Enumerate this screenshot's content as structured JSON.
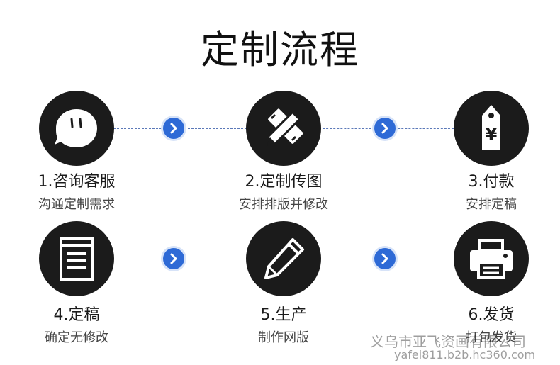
{
  "title": "定制流程",
  "steps": [
    {
      "label": "1.咨询客服",
      "desc": "沟通定制需求",
      "icon": "chat-bubble-icon"
    },
    {
      "label": "2.定制传图",
      "desc": "安排排版并修改",
      "icon": "pencil-ruler-icon"
    },
    {
      "label": "3.付款",
      "desc": "安排定稿",
      "icon": "yen-price-tag-icon"
    },
    {
      "label": "4.定稿",
      "desc": "确定无修改",
      "icon": "document-icon"
    },
    {
      "label": "5.生产",
      "desc": "制作网版",
      "icon": "pencil-icon"
    },
    {
      "label": "6.发货",
      "desc": "打包发货",
      "icon": "printer-icon"
    }
  ],
  "watermark": {
    "company": "义乌市亚飞资画有限公司",
    "url": "yafei811.b2b.hc360.com"
  },
  "colors": {
    "circle": "#1b1b1b",
    "arrow": "#2e6ad6",
    "dash": "#5a78b8"
  }
}
